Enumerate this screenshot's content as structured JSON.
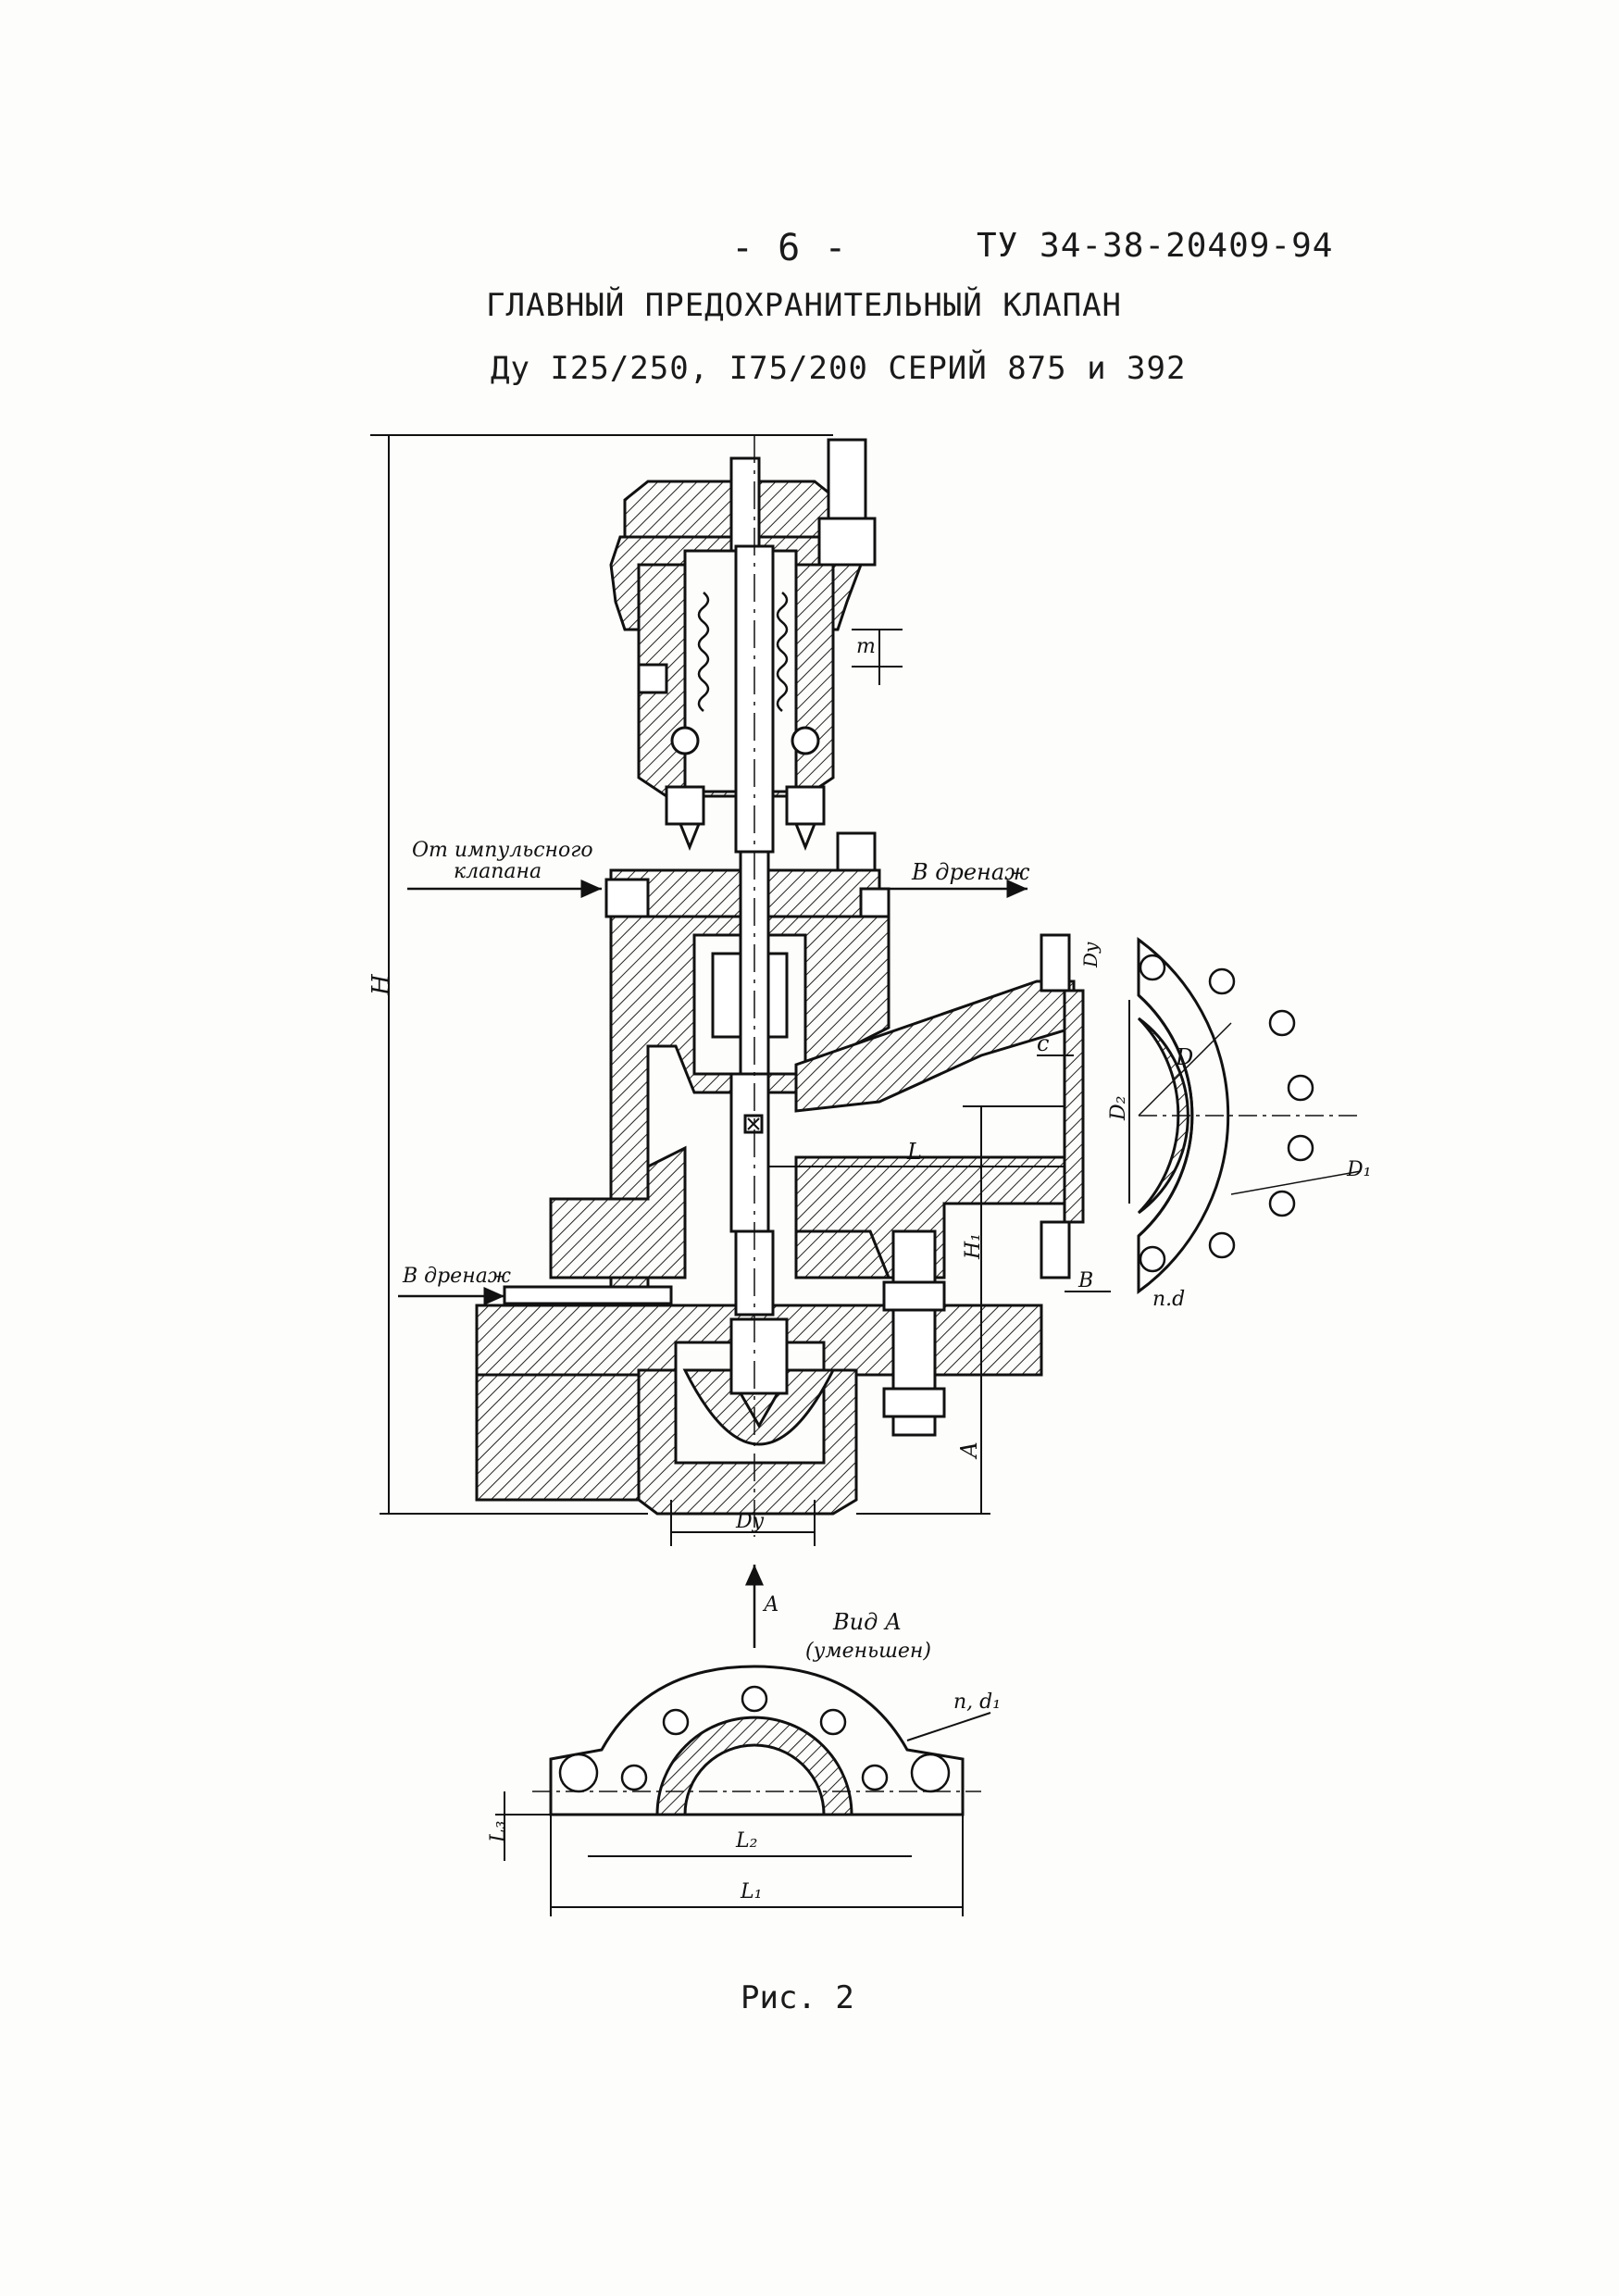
{
  "header": {
    "page_number": "- 6 -",
    "doc_code": "ТУ 34-38-20409-94"
  },
  "title": {
    "line1": "ГЛАВНЫЙ ПРЕДОХРАНИТЕЛЬНЫЙ КЛАПАН",
    "line2": "Ду I25/250, I75/200 СЕРИЙ 875 и 392"
  },
  "drawing": {
    "labels": {
      "from_impulse_1": "От импульсного",
      "from_impulse_2": "клапана",
      "drain_top": "В дренаж",
      "drain_left": "В дренаж",
      "H": "Н",
      "m": "m",
      "Dy_out": "Dу",
      "c": "с",
      "D": "D",
      "D2": "D₂",
      "D1": "D₁",
      "L": "L",
      "H1": "H₁",
      "B": "В",
      "nd": "n.d",
      "A_dim": "А",
      "Dy_in": "Dу",
      "A_arrow": "А",
      "view_A_1": "Вид А",
      "view_A_2": "(уменьшен)",
      "n1d1": "n, d₁",
      "L2": "L₂",
      "L1": "L₁",
      "L3": "L₃"
    }
  },
  "caption": "Рис. 2"
}
